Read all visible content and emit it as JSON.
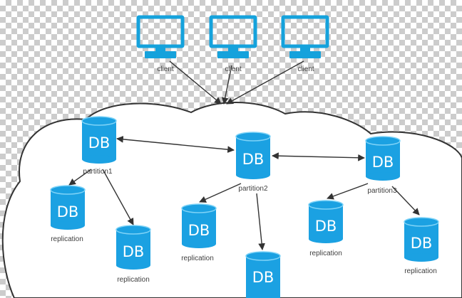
{
  "clients": [
    {
      "label": "client"
    },
    {
      "label": "client"
    },
    {
      "label": "client"
    }
  ],
  "partitions": [
    {
      "db_text": "DB",
      "label": "partition1"
    },
    {
      "db_text": "DB",
      "label": "partition2"
    },
    {
      "db_text": "DB",
      "label": "partition3"
    }
  ],
  "replications": [
    {
      "db_text": "DB",
      "label": "replication"
    },
    {
      "db_text": "DB",
      "label": "replication"
    },
    {
      "db_text": "DB",
      "label": "replication"
    },
    {
      "db_text": "DB"
    },
    {
      "db_text": "DB",
      "label": "replication"
    },
    {
      "db_text": "DB",
      "label": "replication"
    }
  ],
  "colors": {
    "db_fill": "#1ba1e2",
    "db_rim": "#7fd3f7",
    "monitor": "#15a2dc",
    "cloud_fill": "#ffffff",
    "cloud_stroke": "#333333",
    "arrow": "#333333"
  }
}
